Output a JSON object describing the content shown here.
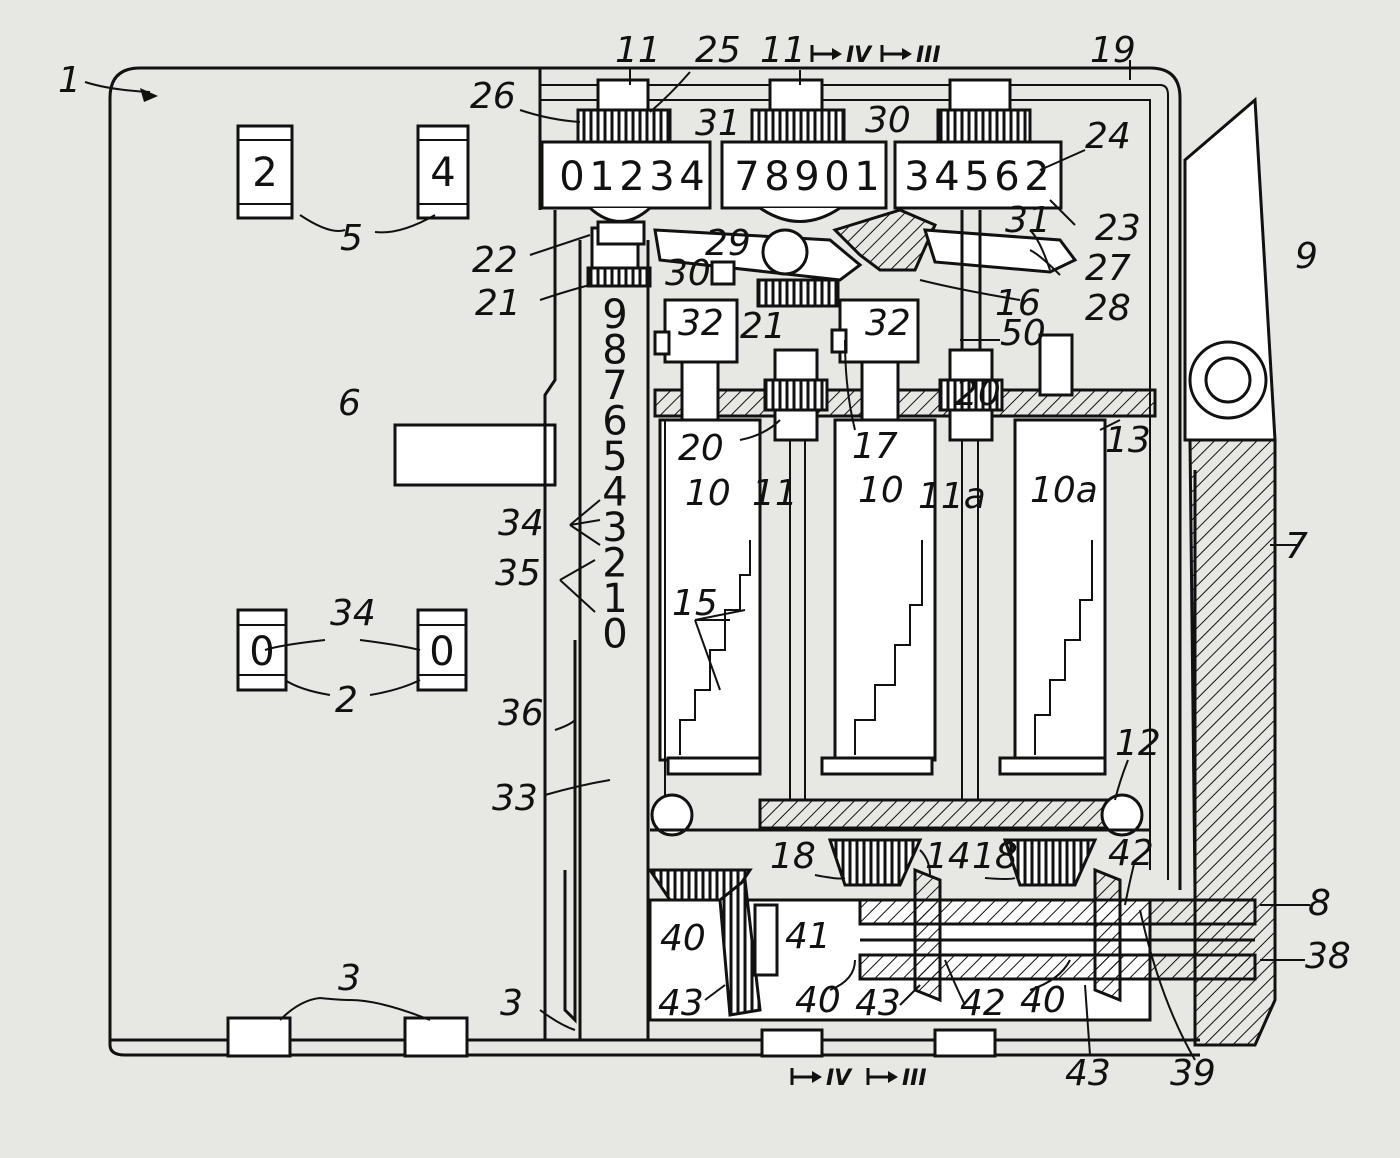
{
  "drum_digits": {
    "left": [
      "0",
      "1",
      "2",
      "3",
      "4"
    ],
    "middle": [
      "7",
      "8",
      "9",
      "0",
      "1"
    ],
    "right": [
      "3",
      "4",
      "5",
      "6",
      "2"
    ]
  },
  "window_digits": {
    "top_left": "2",
    "top_right": "4",
    "bottom_left": "0",
    "bottom_right": "0"
  },
  "vertical_scale": [
    "9",
    "8",
    "7",
    "6",
    "5",
    "4",
    "3",
    "2",
    "1",
    "0"
  ],
  "section_marks": {
    "top_iv": "IV",
    "top_iii": "III",
    "bottom_iv": "IV",
    "bottom_iii": "III"
  },
  "labels": {
    "l1": "1",
    "l11a": "11",
    "l25": "25",
    "l11b": "11",
    "l19": "19",
    "l26": "26",
    "l31a": "31",
    "l30a": "30",
    "l24": "24",
    "l5": "5",
    "l22": "22",
    "l29": "29",
    "l31b": "31",
    "l23": "23",
    "l27": "27",
    "l9": "9",
    "l30b": "30",
    "l21a": "21",
    "l32a": "32",
    "l21b": "21",
    "l16": "16",
    "l32b": "32",
    "l28": "28",
    "l50": "50",
    "l6": "6",
    "l20a": "20",
    "l20b": "20",
    "l17": "17",
    "l13": "13",
    "l10a": "10",
    "l11c": "11",
    "l10b": "10",
    "l11d": "11a",
    "l10c": "10a",
    "l34a": "34",
    "l7": "7",
    "l35": "35",
    "l15": "15",
    "l34b": "34",
    "l2": "2",
    "l36": "36",
    "l12": "12",
    "l33": "33",
    "l18a": "18",
    "l14": "14",
    "l18b": "18",
    "l42a": "42",
    "l8": "8",
    "l40a": "40",
    "l41": "41",
    "l38": "38",
    "l3a": "3",
    "l3b": "3",
    "l43a": "43",
    "l40b": "40",
    "l43b": "43",
    "l42b": "42",
    "l40c": "40",
    "l43c": "43",
    "l39": "39"
  },
  "colors": {
    "paper": "#e7e7e4",
    "ink": "#111111"
  }
}
